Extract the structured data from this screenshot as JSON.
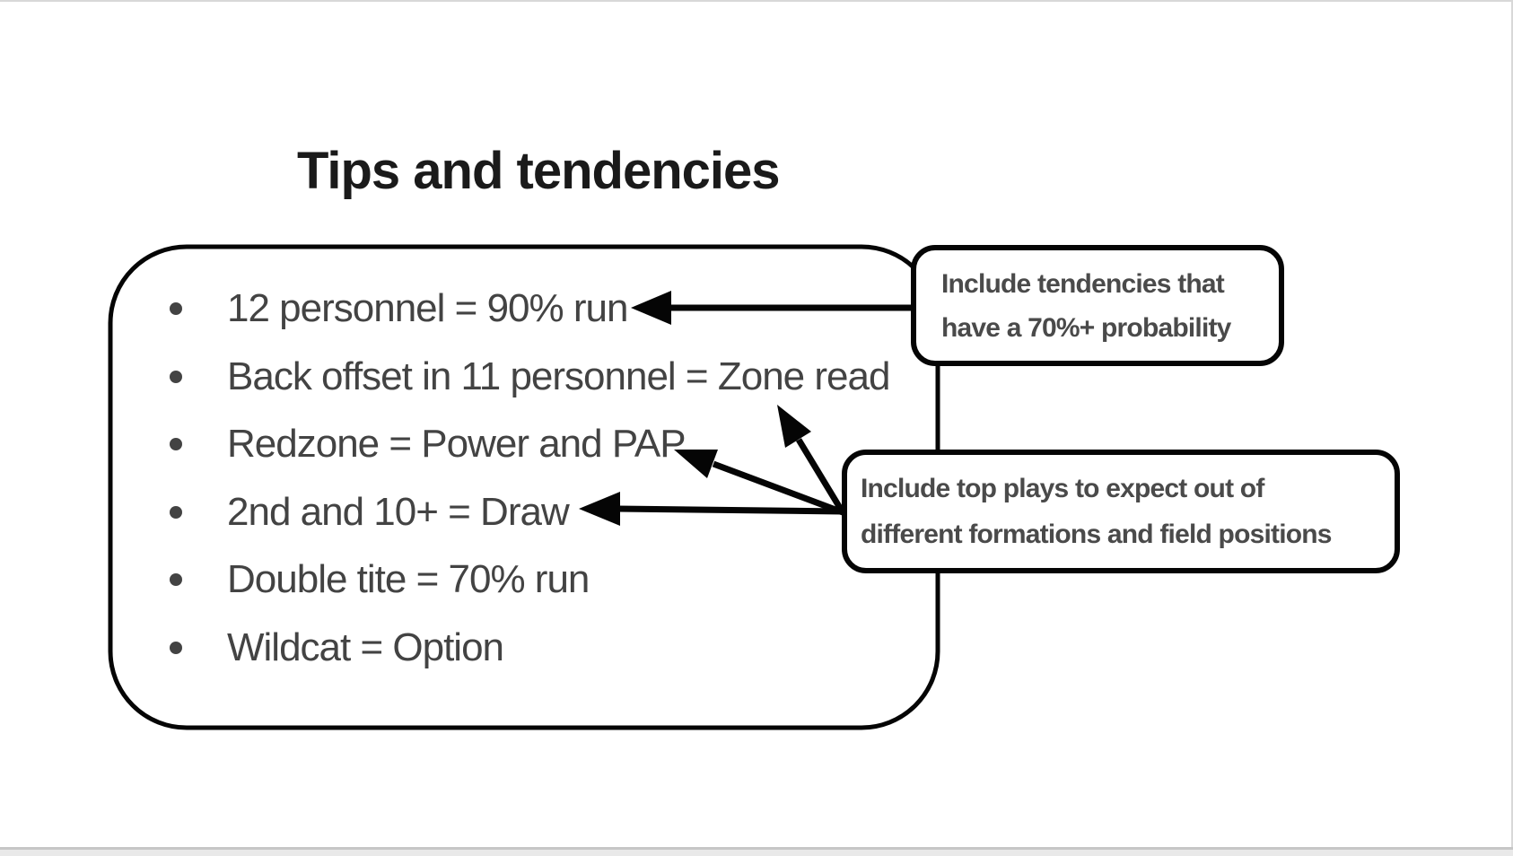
{
  "slide": {
    "title": "Tips and tendencies",
    "bullets": {
      "items": [
        {
          "text": "12 personnel = 90% run"
        },
        {
          "text": "Back offset in 11 personnel = Zone read"
        },
        {
          "text": "Redzone = Power and PAP"
        },
        {
          "text": "2nd and 10+ = Draw"
        },
        {
          "text": "Double tite = 70% run"
        },
        {
          "text": "Wildcat = Option"
        }
      ]
    },
    "callout_tendencies": {
      "line1": "Include tendencies that",
      "line2": "have a 70%+ probability"
    },
    "callout_plays": {
      "line1": "Include top plays to expect out of",
      "line2": "different formations and field positions"
    },
    "colors": {
      "body_text": "#434343",
      "callout_text": "#4a4a4a",
      "shape_stroke": "#050505",
      "window_strip": "#e9e9e9"
    }
  }
}
